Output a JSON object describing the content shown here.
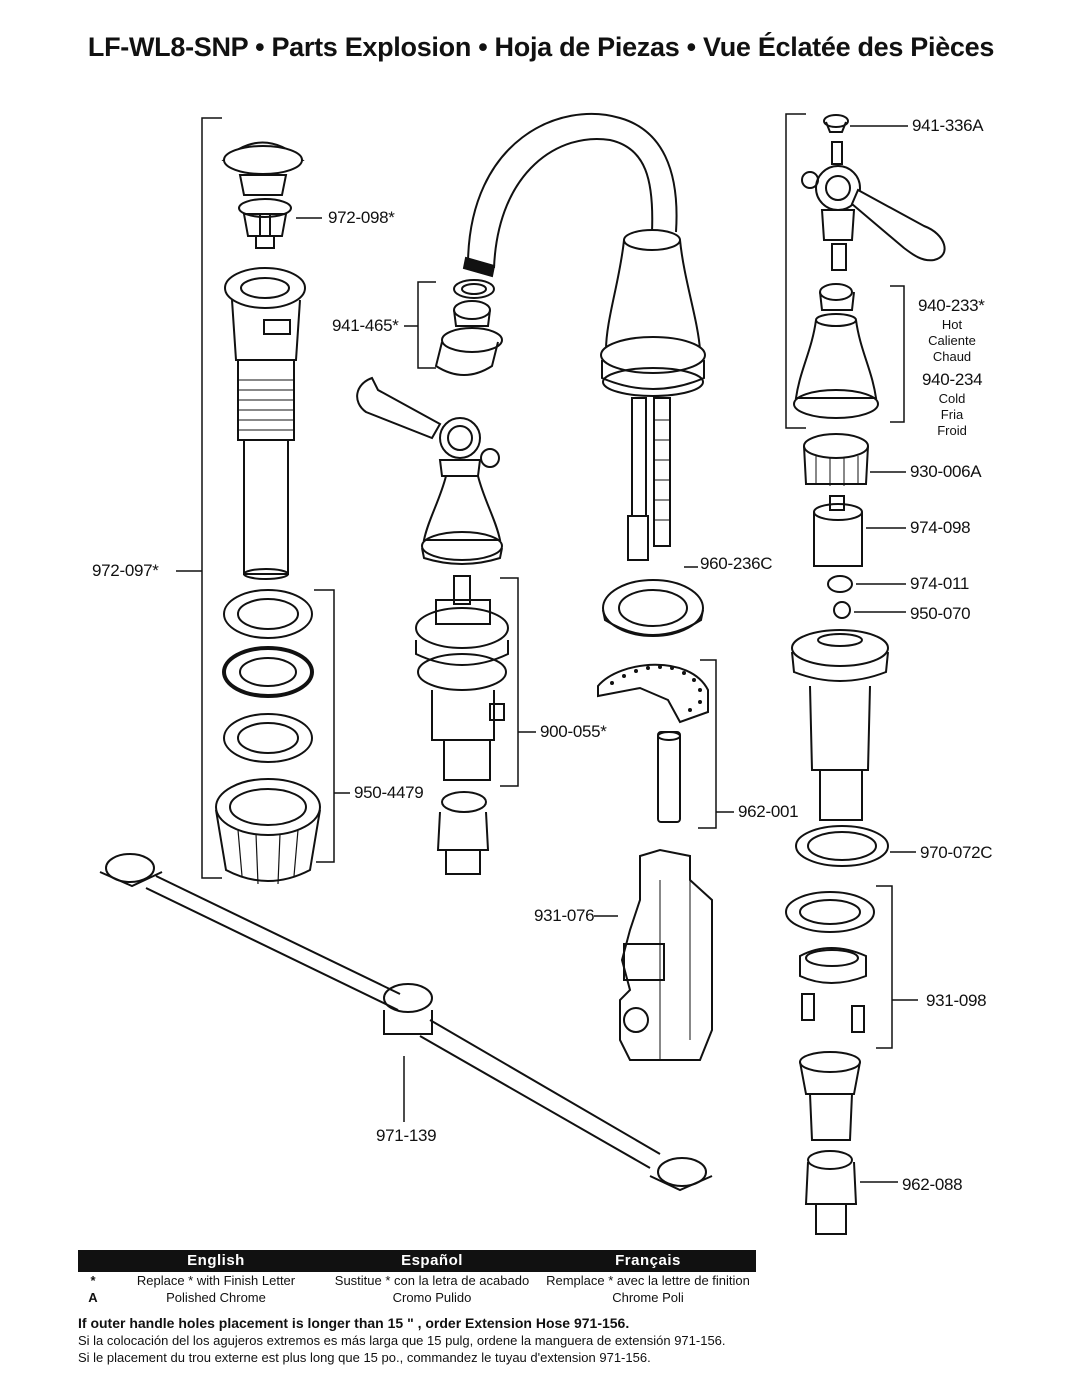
{
  "title": "LF-WL8-SNP  •  Parts Explosion  •  Hoja de Piezas  •  Vue Éclatée des Pièces",
  "parts": {
    "p972_098": "972-098*",
    "p941_465": "941-465*",
    "p972_097": "972-097*",
    "p950_4479": "950-4479",
    "p900_055": "900-055*",
    "p960_236C": "960-236C",
    "p962_001": "962-001",
    "p931_076": "931-076",
    "p971_139": "971-139",
    "p941_336A": "941-336A",
    "p940_233": "940-233*",
    "p940_233_sub": [
      "Hot",
      "Caliente",
      "Chaud"
    ],
    "p940_234": "940-234",
    "p940_234_sub": [
      "Cold",
      "Fria",
      "Froid"
    ],
    "p930_006A": "930-006A",
    "p974_098": "974-098",
    "p974_011": "974-011",
    "p950_070": "950-070",
    "p970_072C": "970-072C",
    "p931_098": "931-098",
    "p962_088": "962-088"
  },
  "legend": {
    "headers": [
      "English",
      "Español",
      "Français"
    ],
    "rows": [
      {
        "key": "*",
        "en": "Replace * with Finish Letter",
        "es": "Sustitue * con la letra de acabado",
        "fr": "Remplace * avec la lettre de finition"
      },
      {
        "key": "A",
        "en": "Polished Chrome",
        "es": "Cromo Pulido",
        "fr": "Chrome Poli"
      }
    ]
  },
  "notes": {
    "en": "If outer handle holes placement is longer than 15 \" , order Extension Hose  971-156.",
    "es": "Si la colocación del los agujeros extremos es más larga que 15 pulg, ordene la manguera de extensión 971-156.",
    "fr": "Si le placement du trou externe est plus long que 15 po., commandez le tuyau d'extension 971-156."
  }
}
